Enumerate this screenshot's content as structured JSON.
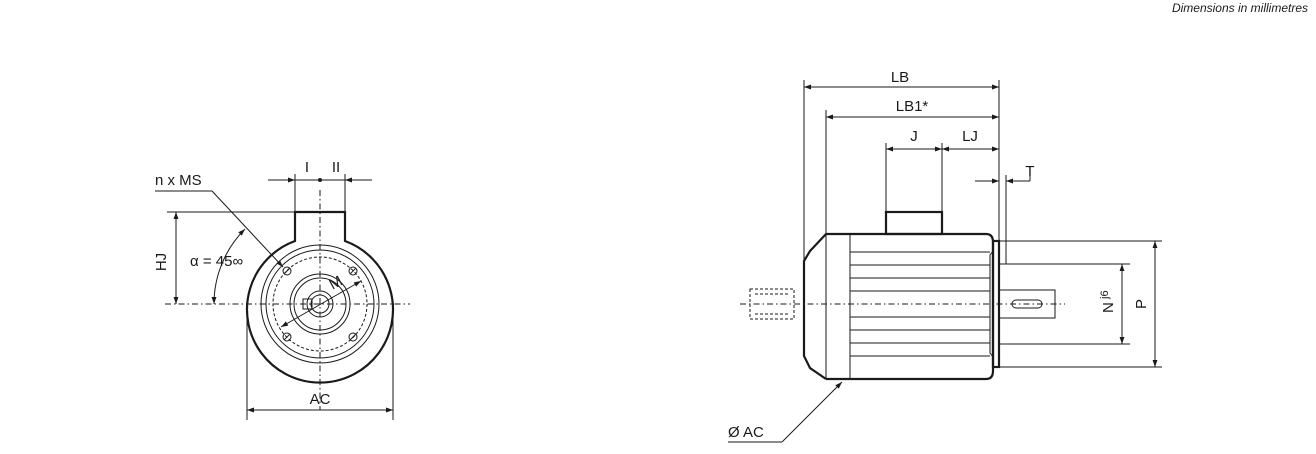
{
  "header": {
    "units_note": "Dimensions in millimetres"
  },
  "front_view": {
    "labels": {
      "holes": "n x MS",
      "hole_i": "I",
      "hole_ii": "II",
      "hj": "HJ",
      "alpha": "α = 45∞",
      "m": "M",
      "ac": "AC"
    }
  },
  "side_view": {
    "labels": {
      "lb": "LB",
      "lb1": "LB1*",
      "j": "J",
      "lj": "LJ",
      "t": "T",
      "n": "N",
      "n_tol": "j6",
      "p": "P",
      "dia_ac": "Ø AC"
    }
  }
}
